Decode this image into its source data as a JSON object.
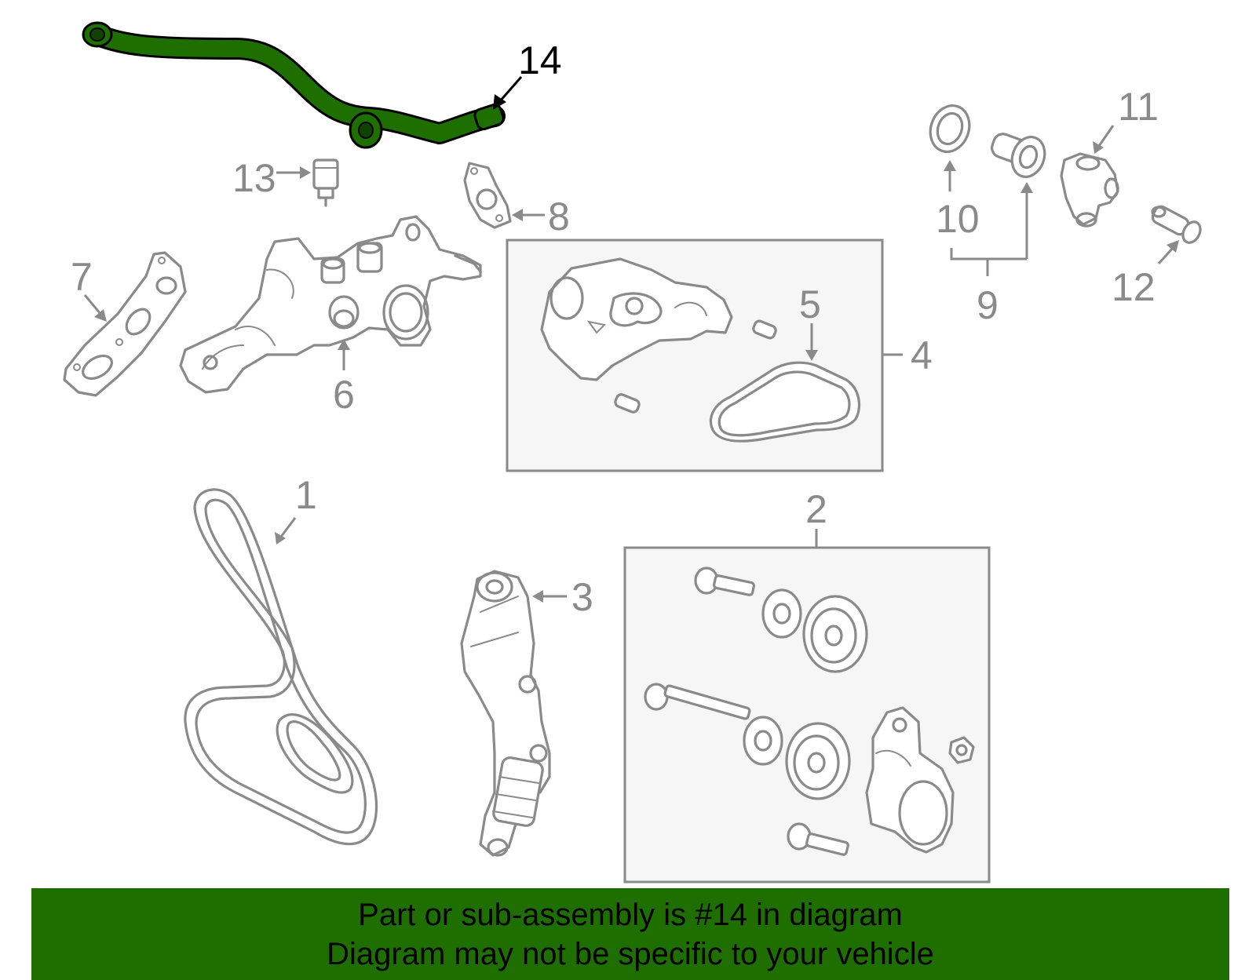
{
  "diagram": {
    "callouts": [
      "1",
      "2",
      "3",
      "4",
      "5",
      "6",
      "7",
      "8",
      "9",
      "10",
      "11",
      "12",
      "13",
      "14"
    ],
    "highlighted_part": "14",
    "colors": {
      "highlight": "#1f6e00",
      "line": "#8a8a8a",
      "box_fill": "#f6f6f6",
      "banner": "#1f6e00"
    }
  },
  "banner": {
    "line1": "Part or sub-assembly is #14 in diagram",
    "line2": "Diagram may not be specific to your vehicle"
  }
}
